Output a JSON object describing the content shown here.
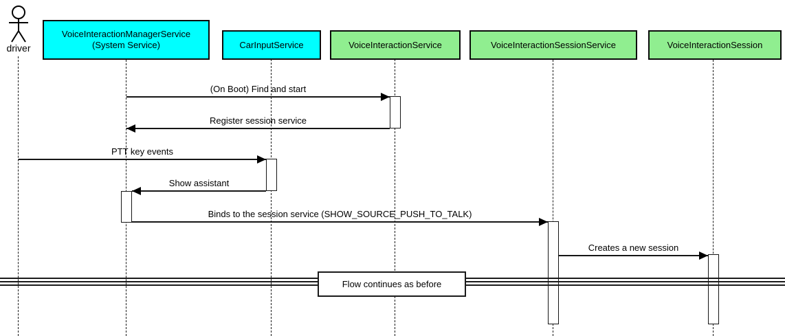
{
  "colors": {
    "participant-cyan": "#00FFFF",
    "participant-green": "#90EE90",
    "line": "#000000",
    "background": "#FFFFFF"
  },
  "diagram": {
    "type": "uml-sequence-diagram",
    "actor": {
      "label": "driver"
    },
    "participants": [
      {
        "label": "VoiceInteractionManagerService\n(System Service)",
        "color": "#00FFFF"
      },
      {
        "label": "CarInputService",
        "color": "#00FFFF"
      },
      {
        "label": "VoiceInteractionService",
        "color": "#90EE90"
      },
      {
        "label": "VoiceInteractionSessionService",
        "color": "#90EE90"
      },
      {
        "label": "VoiceInteractionSession",
        "color": "#90EE90"
      }
    ],
    "messages": [
      {
        "label": "(On Boot) Find and start",
        "from": "VoiceInteractionManagerService (System Service)",
        "to": "VoiceInteractionService",
        "direction": "right"
      },
      {
        "label": "Register session service",
        "from": "VoiceInteractionService",
        "to": "VoiceInteractionManagerService (System Service)",
        "direction": "left"
      },
      {
        "label": "PTT key events",
        "from": "driver",
        "to": "CarInputService",
        "direction": "right"
      },
      {
        "label": "Show assistant",
        "from": "CarInputService",
        "to": "VoiceInteractionManagerService (System Service)",
        "direction": "left"
      },
      {
        "label": "Binds to the session service (SHOW_SOURCE_PUSH_TO_TALK)",
        "from": "VoiceInteractionManagerService (System Service)",
        "to": "VoiceInteractionSessionService",
        "direction": "right"
      },
      {
        "label": "Creates a new session",
        "from": "VoiceInteractionSessionService",
        "to": "VoiceInteractionSession",
        "direction": "right"
      }
    ],
    "divider": {
      "label": "Flow continues as before"
    }
  }
}
